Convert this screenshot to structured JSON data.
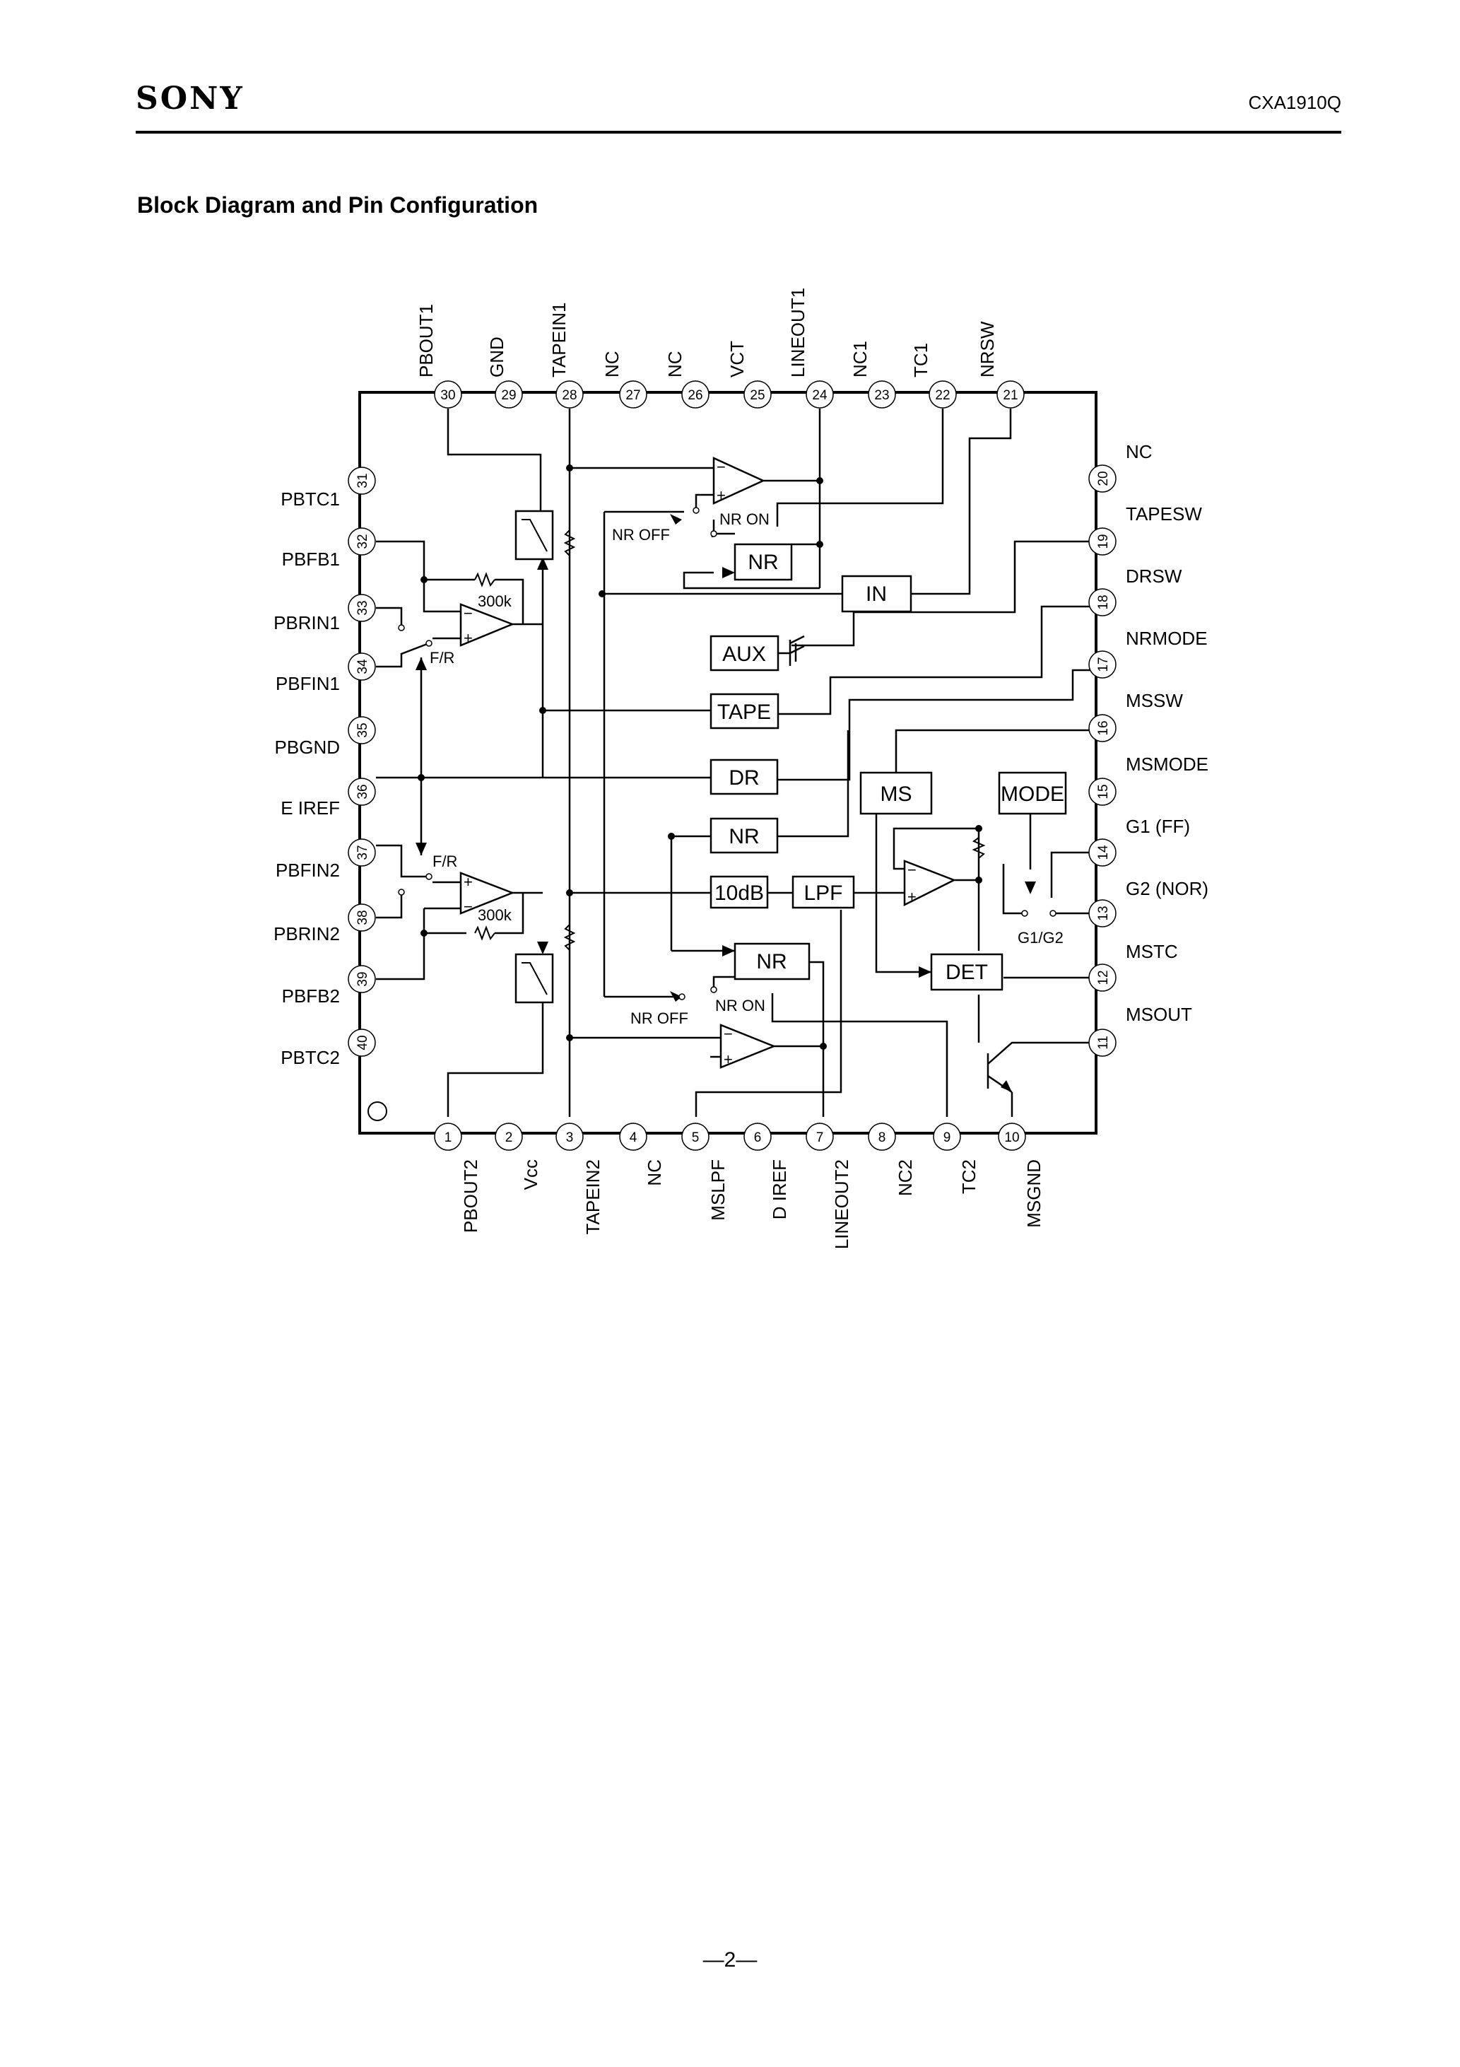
{
  "header": {
    "brand": "SONY",
    "part_number": "CXA1910Q"
  },
  "title": "Block Diagram and Pin Configuration",
  "footer": {
    "page": "—2—"
  },
  "pins": {
    "1": "PBOUT2",
    "2": "Vcc",
    "3": "TAPEIN2",
    "4": "NC",
    "5": "MSLPF",
    "6": "D IREF",
    "7": "LINEOUT2",
    "8": "NC2",
    "9": "TC2",
    "10": "MSGND",
    "11": "MSOUT",
    "12": "MSTC",
    "13": "G2 (NOR)",
    "14": "G1 (FF)",
    "15": "MSMODE",
    "16": "MSSW",
    "17": "NRMODE",
    "18": "DRSW",
    "19": "TAPESW",
    "20": "NC",
    "21": "NRSW",
    "22": "TC1",
    "23": "NC1",
    "24": "LINEOUT1",
    "25": "VCT",
    "26": "NC",
    "27": "NC",
    "28": "TAPEIN1",
    "29": "GND",
    "30": "PBOUT1",
    "31": "PBTC1",
    "32": "PBFB1",
    "33": "PBRIN1",
    "34": "PBFIN1",
    "35": "PBGND",
    "36": "E IREF",
    "37": "PBFIN2",
    "38": "PBRIN2",
    "39": "PBFB2",
    "40": "PBTC2"
  },
  "blocks": {
    "nr_top": "NR",
    "in": "IN",
    "aux": "AUX",
    "tape": "TAPE",
    "dr": "DR",
    "nr_mid": "NR",
    "ten_db": "10dB",
    "lpf": "LPF",
    "nr_bottom": "NR",
    "ms": "MS",
    "mode": "MODE",
    "det": "DET"
  },
  "labels": {
    "nr_on_top": "NR ON",
    "nr_off_top": "NR OFF",
    "nr_on_bottom": "NR ON",
    "nr_off_bottom": "NR OFF",
    "fr_top": "F/R",
    "fr_bottom": "F/R",
    "res_top": "300k",
    "res_bottom": "300k",
    "g1g2": "G1/G2"
  }
}
